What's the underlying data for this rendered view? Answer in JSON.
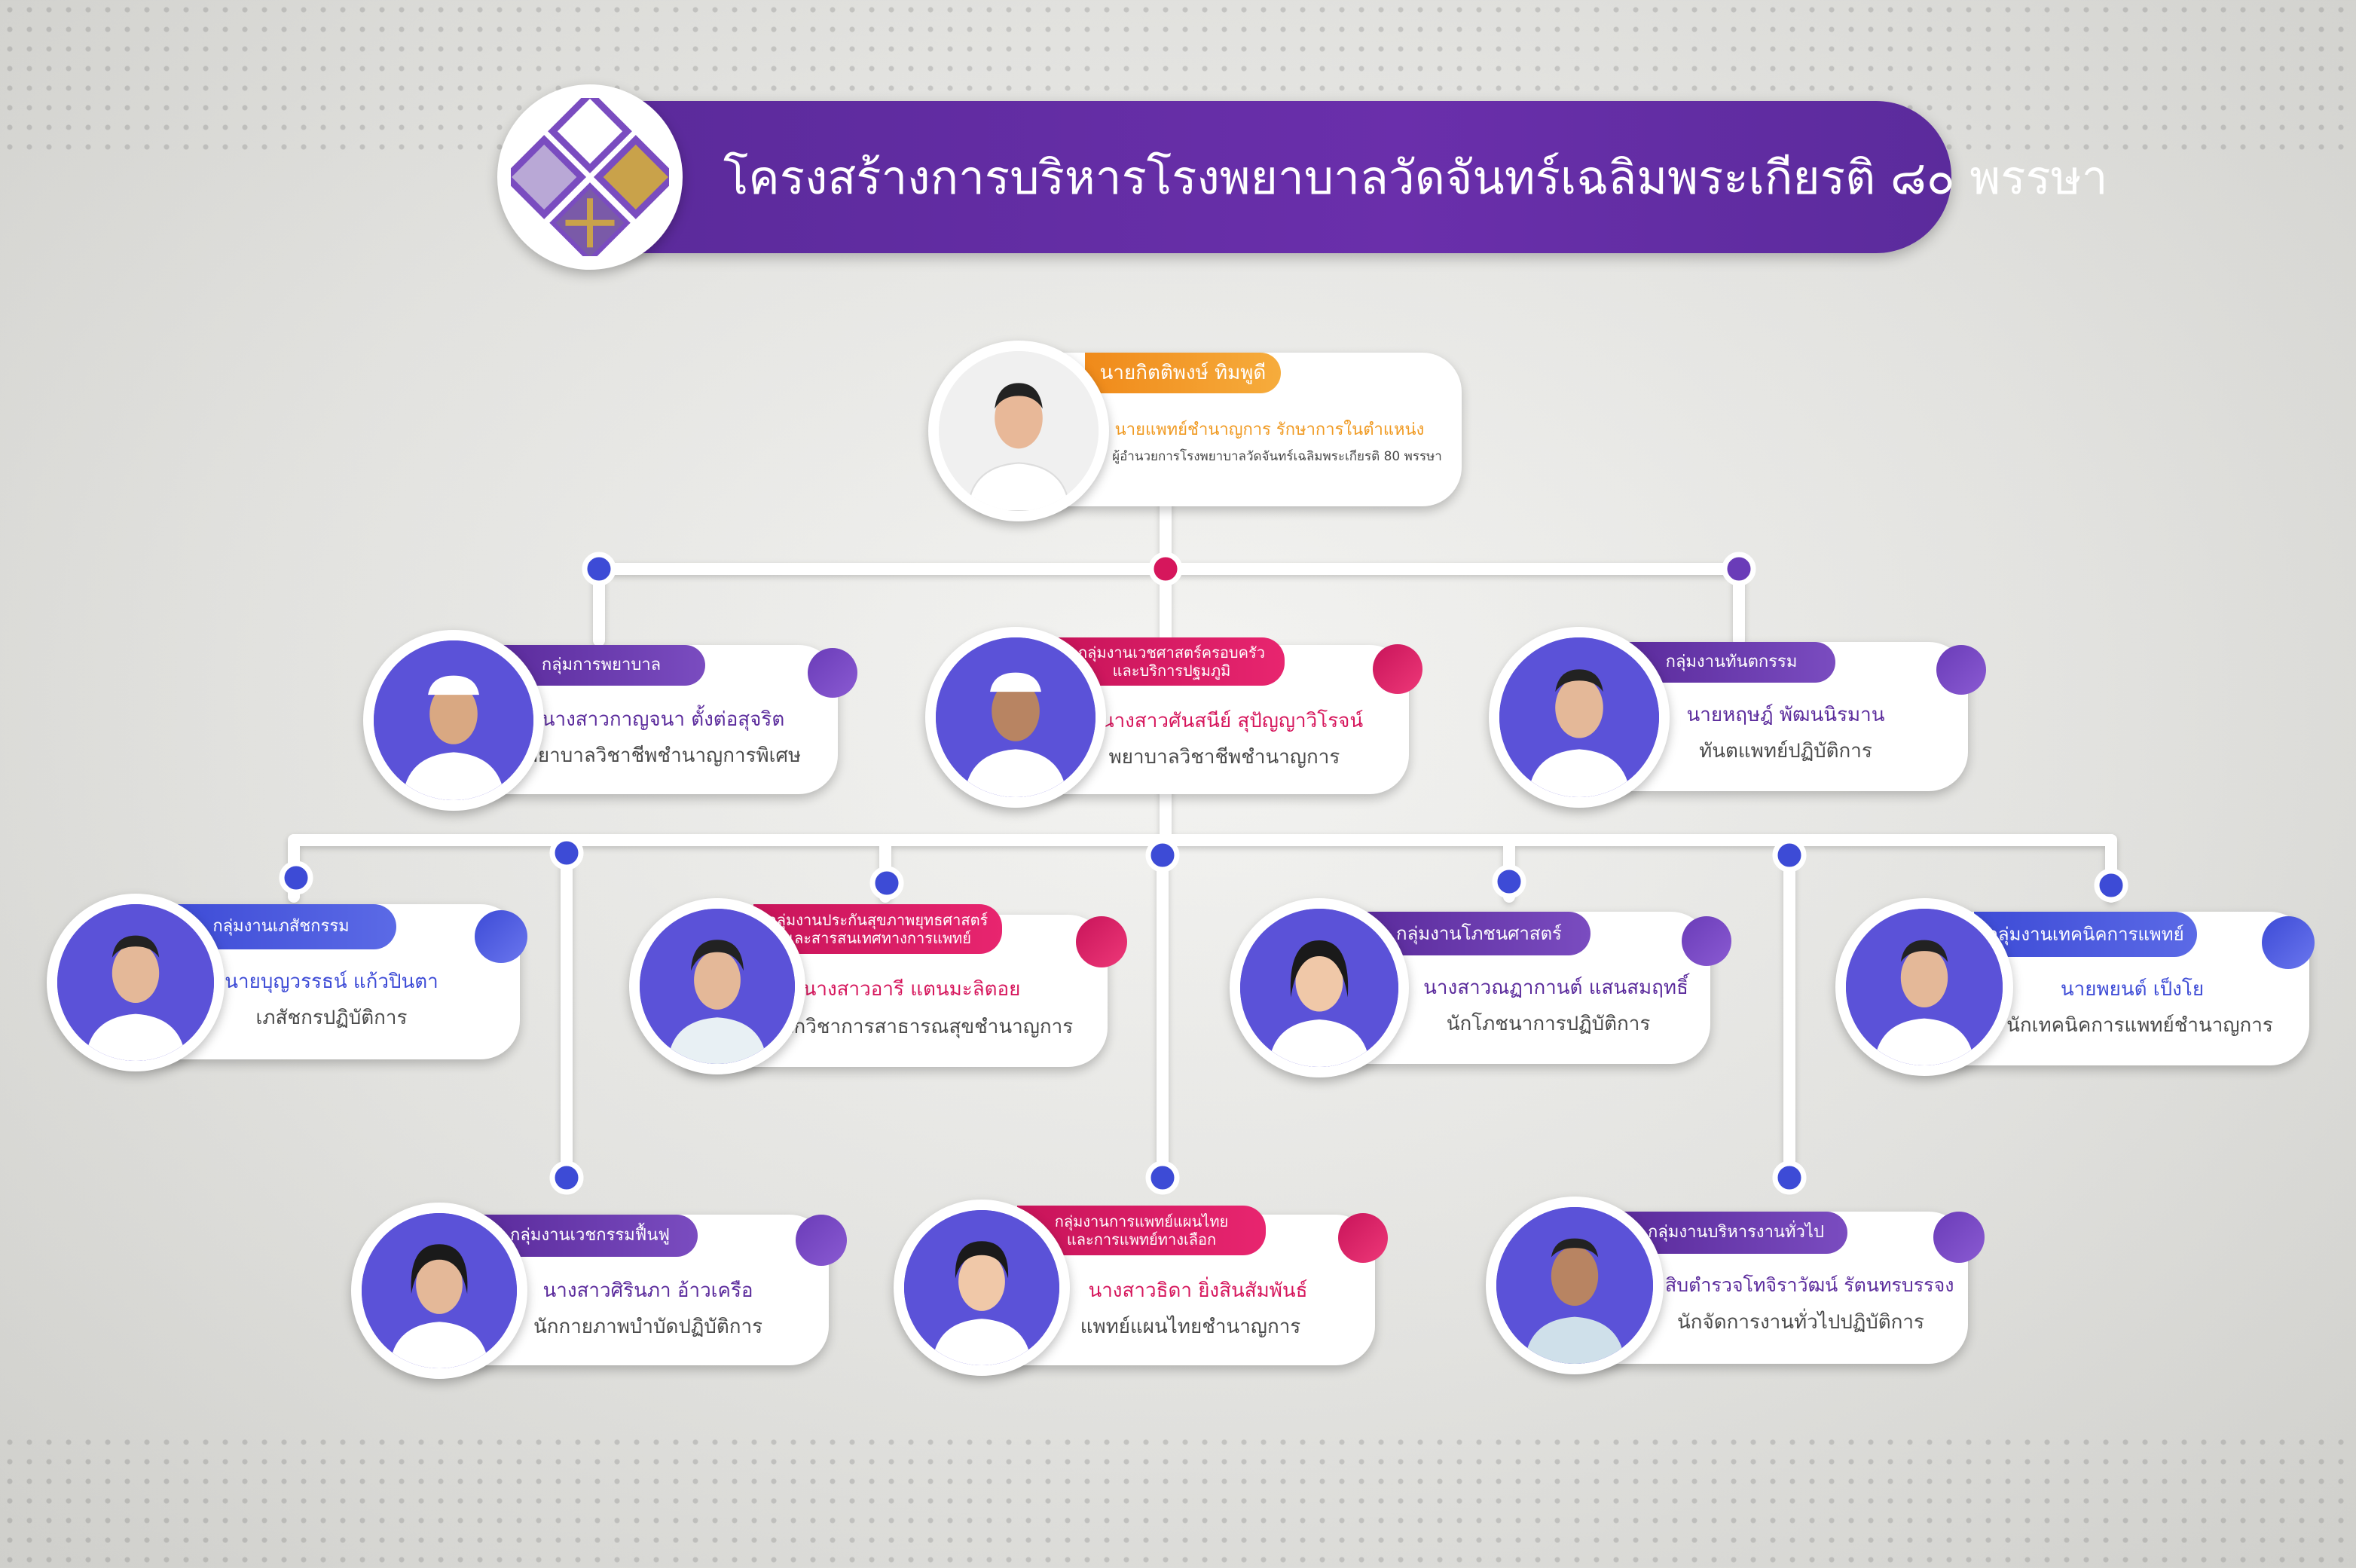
{
  "header": {
    "title": "โครงสร้างการบริหารโรงพยาบาลวัดจันทร์เฉลิมพระเกียรติ ๘๐ พรรษา"
  },
  "director": {
    "name": "นายกิตติพงษ์  ทิมพูดี",
    "position": "นายแพทย์ชำนาญการ  รักษาการในตำแหน่ง",
    "subposition": "ผู้อำนวยการโรงพยาบาลวัดจันทร์เฉลิมพระเกียรติ  80  พรรษา"
  },
  "groups": {
    "nursing": {
      "department": "กลุ่มการพยาบาล",
      "name": "นางสาวกาญจนา  ตั้งต่อสุจริต",
      "position": "พยาบาลวิชาชีพชำนาญการพิเศษ"
    },
    "family_medicine": {
      "department_line1": "กลุ่มงานเวชศาสตร์ครอบครัว",
      "department_line2": "และบริการปฐมภูมิ",
      "name": "นางสาวศันสนีย์  สุปัญญาวิโรจน์",
      "position": "พยาบาลวิชาชีพชำนาญการ"
    },
    "dental": {
      "department": "กลุ่มงานทันตกรรม",
      "name": "นายหฤษฎ์  พัฒนนิรมาน",
      "position": "ทันตแพทย์ปฏิบัติการ"
    },
    "pharmacy": {
      "department": "กลุ่มงานเภสัชกรรม",
      "name": "นายบุญวรรธน์  แก้วปินตา",
      "position": "เภสัชกรปฏิบัติการ"
    },
    "health_insurance": {
      "department_line1": "กลุ่มงานประกันสุขภาพยุทธศาสตร์",
      "department_line2": "และสารสนเทศทางการแพทย์",
      "name": "นางสาวอารี แตนมะลิตอย",
      "position": "นักวิชาการสาธารณสุขชำนาญการ"
    },
    "nutrition": {
      "department": "กลุ่มงานโภชนศาสตร์",
      "name": "นางสาวณฏากานต์  แสนสมฤทธิ์",
      "position": "นักโภชนาการปฏิบัติการ"
    },
    "medical_tech": {
      "department": "กลุ่มงานเทคนิคการแพทย์",
      "name": "นายพยนต์  เป็งโย",
      "position": "นักเทคนิคการแพทย์ชำนาญการ"
    },
    "rehab": {
      "department": "กลุ่มงานเวชกรรมฟื้นฟู",
      "name": "นางสาวศิรินภา  อ้าวเครือ",
      "position": "นักกายภาพบำบัดปฏิบัติการ"
    },
    "thai_medicine": {
      "department_line1": "กลุ่มงานการแพทย์แผนไทย",
      "department_line2": "และการแพทย์ทางเลือก",
      "name": "นางสาวธิดา  ยิ่งสินสัมพันธ์",
      "position": "แพทย์แผนไทยชำนาญการ"
    },
    "admin": {
      "department": "กลุ่มงานบริหารงานทั่วไป",
      "name": "สิบตำรวจโทจิราวัฒน์  รัตนทรบรรจง",
      "position": "นักจัดการงานทั่วไปปฏิบัติการ"
    }
  },
  "colors": {
    "purple": "#5b2b9c",
    "blue": "#3d4bd6",
    "pink": "#d6165c",
    "orange": "#f09a22"
  }
}
